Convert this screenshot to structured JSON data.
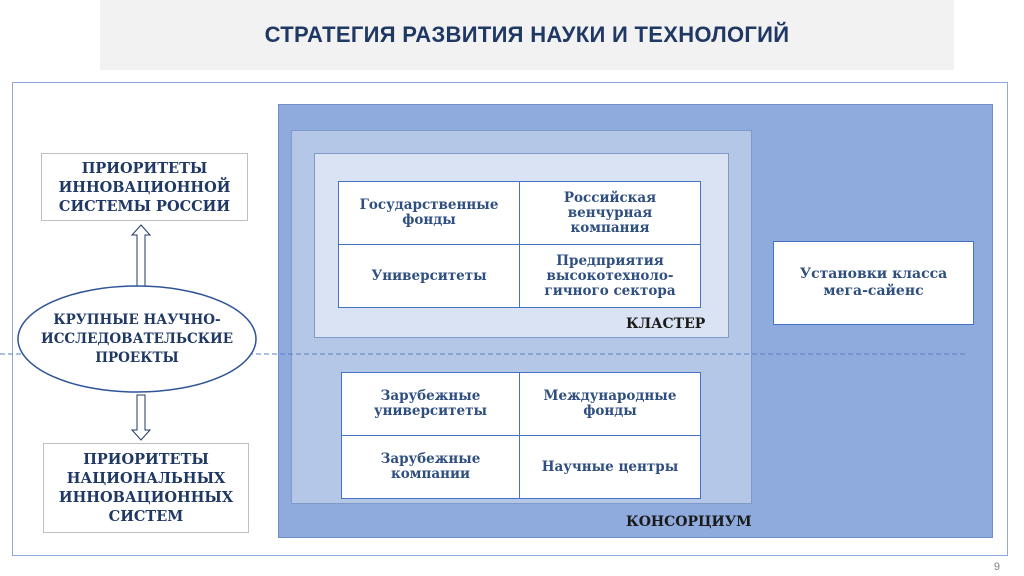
{
  "title": "СТРАТЕГИЯ РАЗВИТИЯ НАУКИ И ТЕХНОЛОГИЙ",
  "left": {
    "top_box": "ПРИОРИТЕТЫ\nИННОВАЦИОННОЙ\nСИСТЕМЫ РОССИИ",
    "ellipse": "КРУПНЫЕ НАУЧНО-\nИССЛЕДОВАТЕЛЬСКИЕ\nПРОЕКТЫ",
    "bottom_box": "ПРИОРИТЕТЫ\nНАЦИОНАЛЬНЫХ\nИННОВАЦИОННЫХ\nСИСТЕМ"
  },
  "cluster": {
    "label": "КЛАСТЕР",
    "cells": [
      "Государственные\nфонды",
      "Российская\nвенчурная\nкомпания",
      "Университеты",
      "Предприятия\nвысокотехноло-\nгичного сектора"
    ]
  },
  "consortium": {
    "label": "КОНСОРЦИУМ",
    "cells": [
      "Зарубежные\nуниверситеты",
      "Международные\nфонды",
      "Зарубежные\nкомпании",
      "Научные центры"
    ]
  },
  "mega": "Установки класса\nмега-сайенс",
  "page_number": "9"
}
